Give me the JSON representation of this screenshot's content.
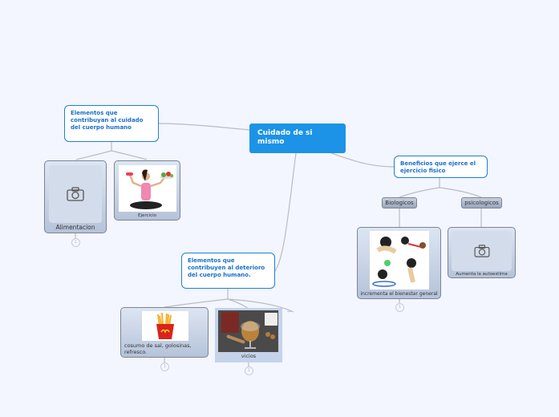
{
  "central": {
    "label": "Cuidado de si mismo"
  },
  "topics": [
    {
      "label": "Elementos que contribuyan al cuidado del cuerpo humano"
    },
    {
      "label": "Beneficios que ejerce el ejercicio fisico"
    },
    {
      "label": "Elementos que contribuyen al deterioro del cuerpo humano."
    }
  ],
  "subtopics": {
    "alimentacion": {
      "label": "Alimentacion",
      "badge": "1"
    },
    "ejercicio": {
      "label": "Ejercicio"
    },
    "biologicos": {
      "label": "Biologicos"
    },
    "psicologicos": {
      "label": "psicologicos"
    },
    "bienestar": {
      "label": "incrementa el bienestar general",
      "badge": "1"
    },
    "autoestima": {
      "label": "Aumenta la autoestima"
    },
    "consumo": {
      "label": "cosumo de sal, golosinas, refresco.",
      "badge": "1"
    },
    "vicios": {
      "label": "vicios",
      "badge": "1"
    }
  },
  "colors": {
    "central": "#1c93e6",
    "topic_border": "#1e7fd8",
    "background": "#f3f6fe"
  }
}
